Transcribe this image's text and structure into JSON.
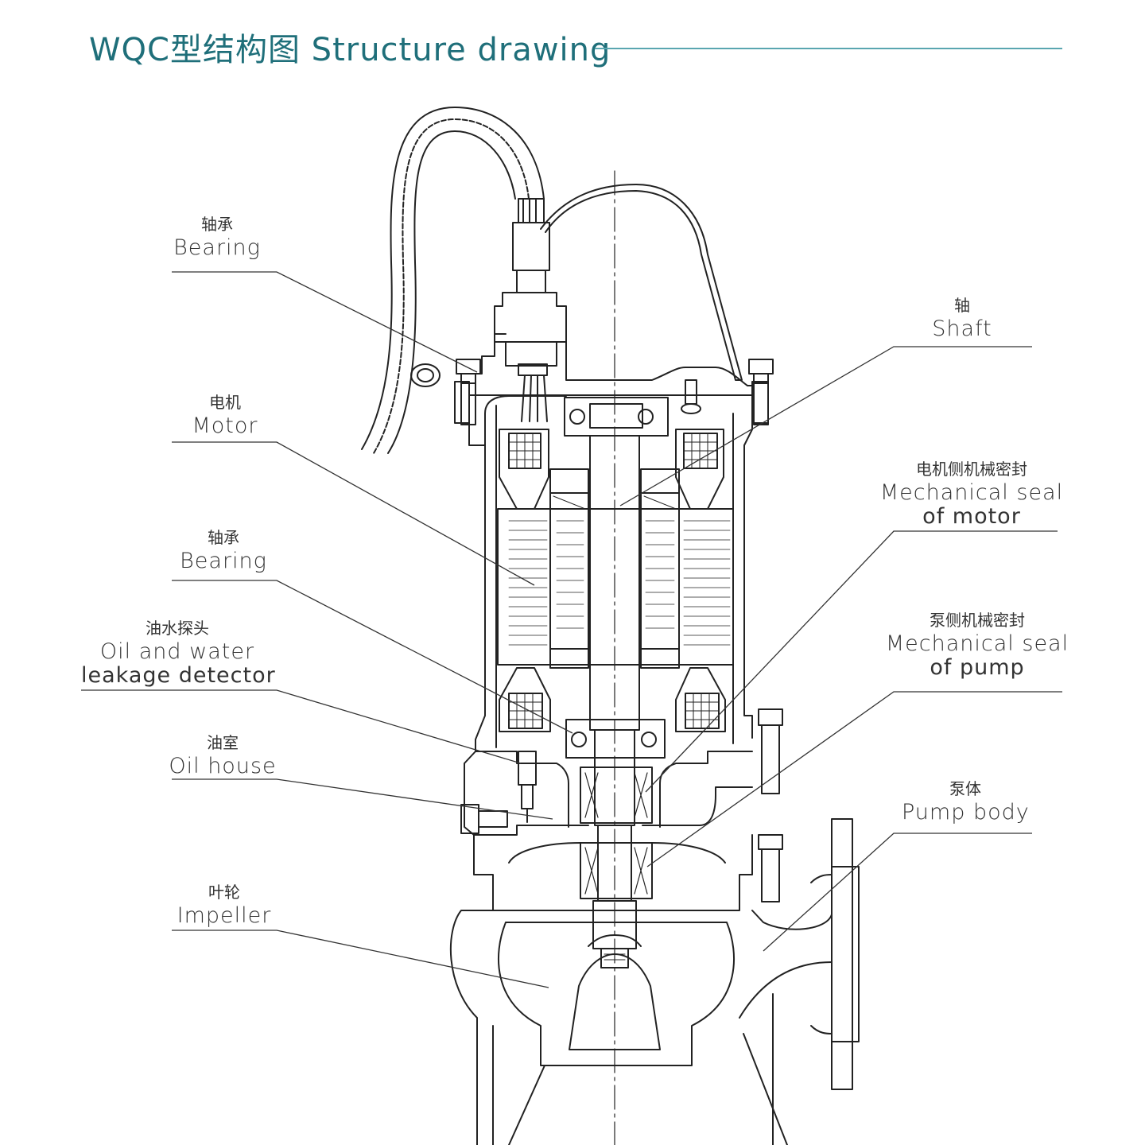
{
  "header": {
    "title": "WQC型结构图 Structure drawing"
  },
  "labels": {
    "bearing_top": {
      "cn": "轴承",
      "en": "Bearing"
    },
    "motor": {
      "cn": "电机",
      "en": "Motor"
    },
    "bearing_bottom": {
      "cn": "轴承",
      "en": "Bearing"
    },
    "detector": {
      "cn": "油水探头",
      "en_line1": "Oil and water",
      "en_line2": "leakage detector"
    },
    "oil_house": {
      "cn": "油室",
      "en": "Oil house"
    },
    "impeller": {
      "cn": "叶轮",
      "en": "Impeller"
    },
    "shaft": {
      "cn": "轴",
      "en": "Shaft"
    },
    "seal_motor": {
      "cn": "电机侧机械密封",
      "en_line1": "Mechanical seal",
      "en_line2": "of motor"
    },
    "seal_pump": {
      "cn": "泵侧机械密封",
      "en_line1": "Mechanical seal",
      "en_line2": "of pump"
    },
    "pump_body": {
      "cn": "泵体",
      "en": "Pump body"
    }
  },
  "colors": {
    "title": "#1f6f7a",
    "rule": "#5aa6b0",
    "line": "#222222"
  }
}
